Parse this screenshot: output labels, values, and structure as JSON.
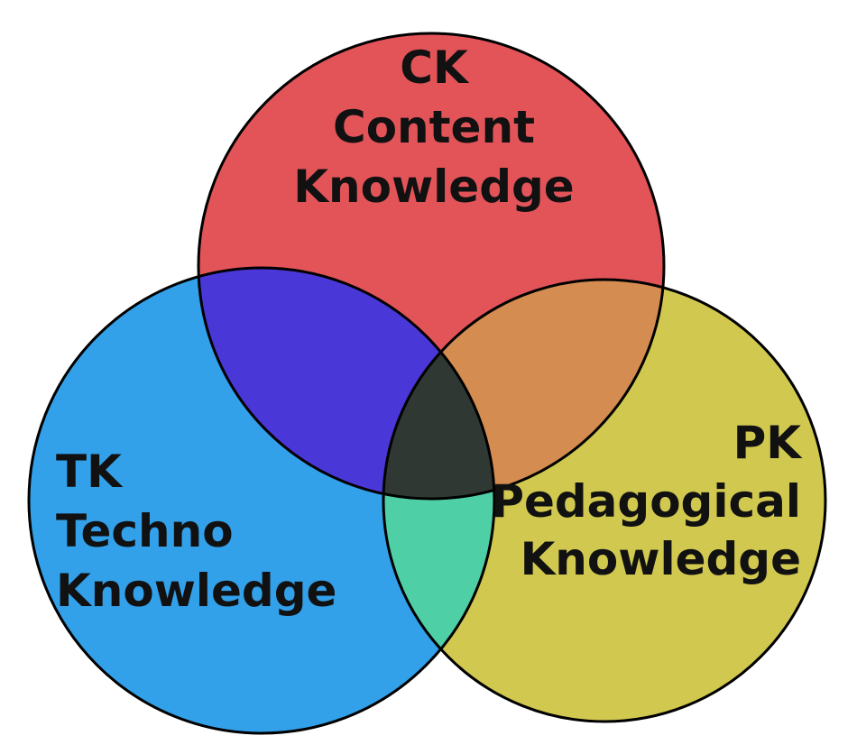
{
  "circles": {
    "content": {
      "abbr": "CK",
      "line1": "Content",
      "line2": "Knowledge",
      "color": "#e35459"
    },
    "techno": {
      "abbr": "TK",
      "line1": "Techno",
      "line2": "Knowledge",
      "color": "#33a0ea"
    },
    "pedagogical": {
      "abbr": "PK",
      "line1": "Pedagogical",
      "line2": "Knowledge",
      "color": "#d1c850"
    }
  },
  "overlaps": {
    "content_techno": "#4a37d8",
    "content_pedagogical": "#d48c50",
    "techno_pedagogical": "#4ecfa6",
    "center": "#303834"
  },
  "outline_color": "#000000"
}
